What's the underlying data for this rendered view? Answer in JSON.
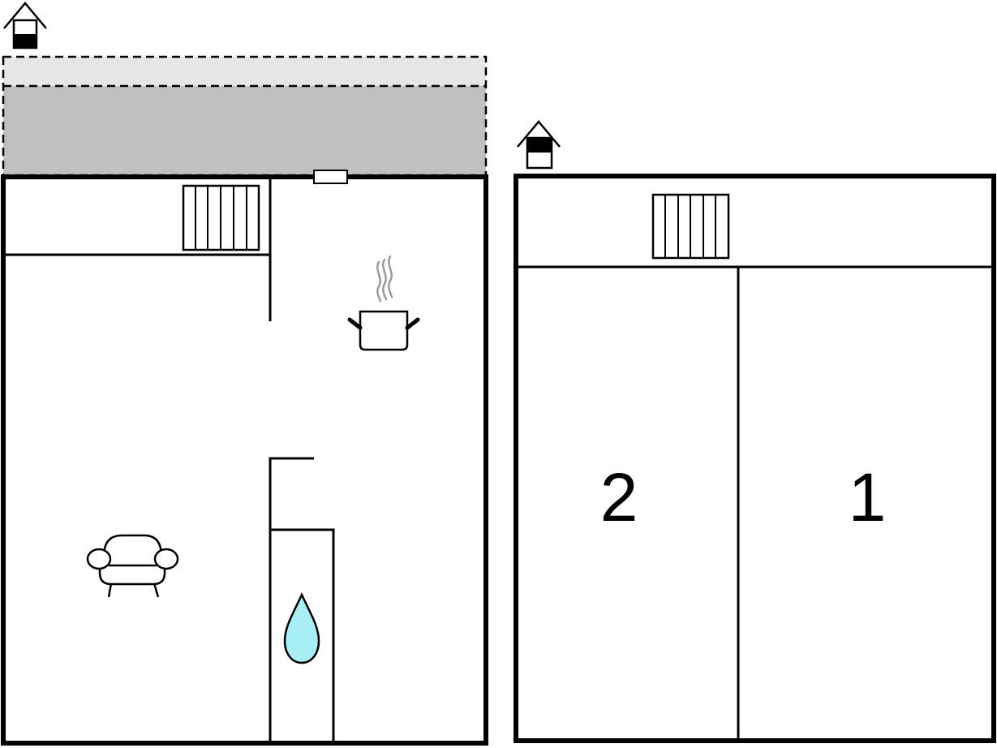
{
  "floors": [
    {
      "level_icon": "floor-level-icon-lower",
      "rooms": [
        {
          "type": "terrace",
          "icon": "terrace-area"
        },
        {
          "type": "hallway",
          "icon": "staircase-icon"
        },
        {
          "type": "kitchen",
          "icon": "cooking-pot-icon"
        },
        {
          "type": "living-room",
          "icon": "armchair-icon"
        },
        {
          "type": "bathroom",
          "icon": "water-drop-icon"
        }
      ]
    },
    {
      "level_icon": "floor-level-icon-upper",
      "rooms": [
        {
          "type": "hallway",
          "icon": "staircase-icon"
        },
        {
          "type": "bedroom",
          "label": "2"
        },
        {
          "type": "bedroom",
          "label": "1"
        }
      ]
    }
  ],
  "colors": {
    "wall": "#000000",
    "terrace_light": "#e6e6e6",
    "terrace_dark": "#c0c0c0",
    "water": "#a8eef5",
    "steam": "#9a9a9a"
  }
}
